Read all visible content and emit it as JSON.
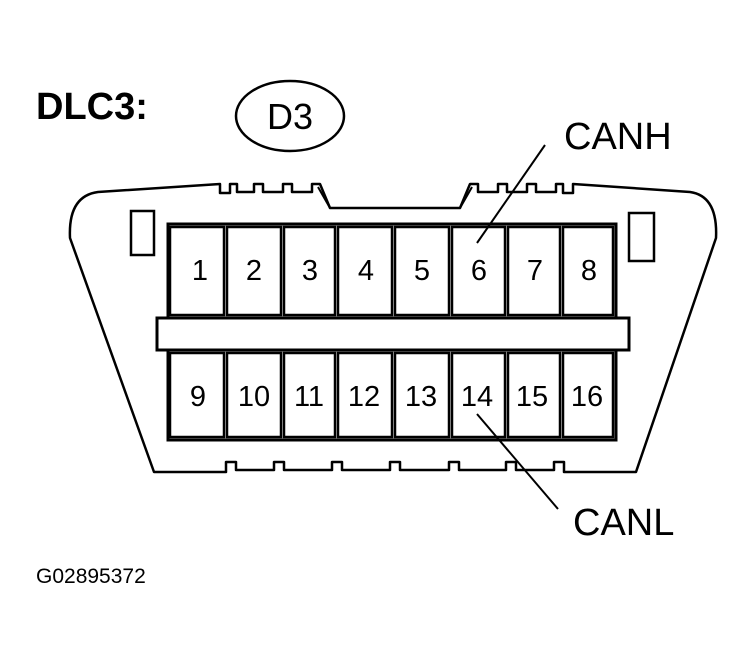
{
  "diagram": {
    "title": "DLC3:",
    "connector_code": "D3",
    "figure_id": "G02895372",
    "callouts": {
      "top": "CANH",
      "bottom": "CANL"
    },
    "pins": {
      "top_row": [
        "1",
        "2",
        "3",
        "4",
        "5",
        "6",
        "7",
        "8"
      ],
      "bottom_row": [
        "9",
        "10",
        "11",
        "12",
        "13",
        "14",
        "15",
        "16"
      ]
    }
  }
}
